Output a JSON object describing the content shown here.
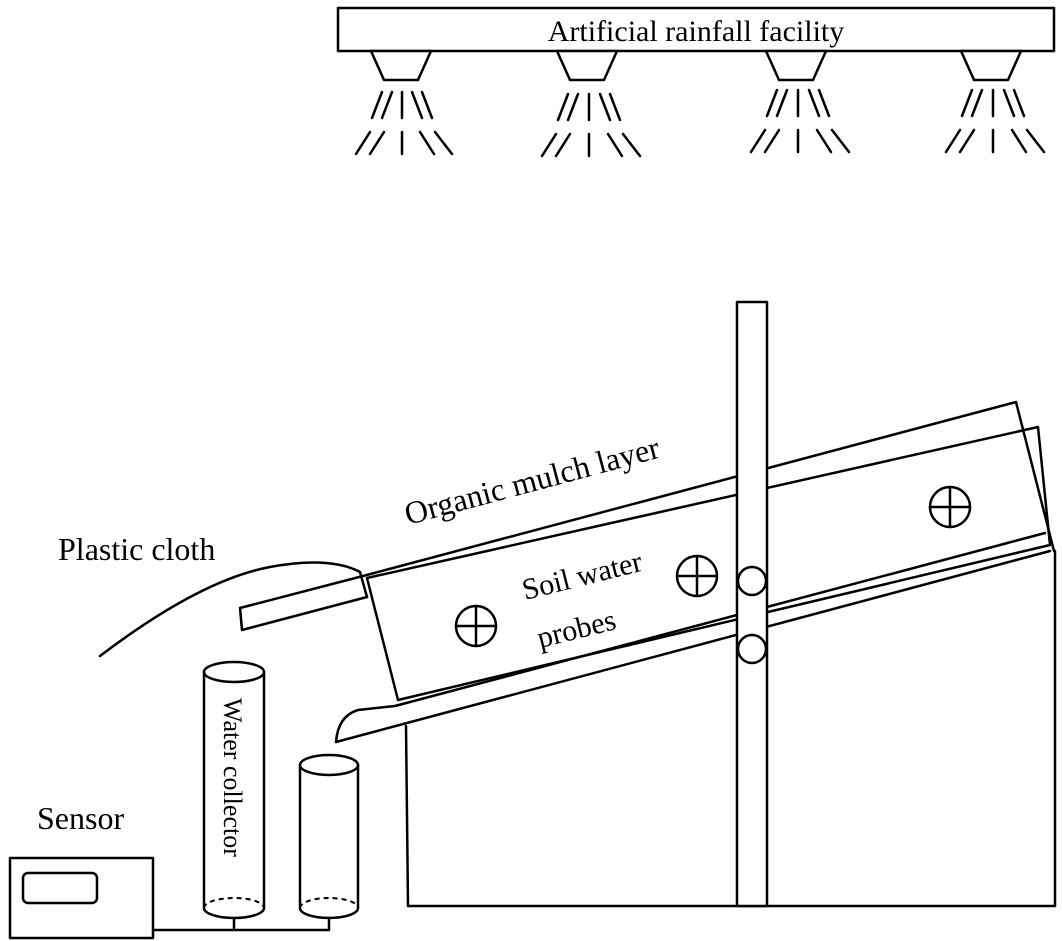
{
  "labels": {
    "rainfall_facility": "Artificial rainfall facility",
    "mulch_layer": "Organic mulch layer",
    "plastic_cloth": "Plastic cloth",
    "probes_line1": "Soil water",
    "probes_line2": "probes",
    "water_collector": "Water collector",
    "sensor": "Sensor"
  },
  "nozzle_count": 4,
  "soil_probe_count": 3,
  "pipe_sensor_count": 2
}
